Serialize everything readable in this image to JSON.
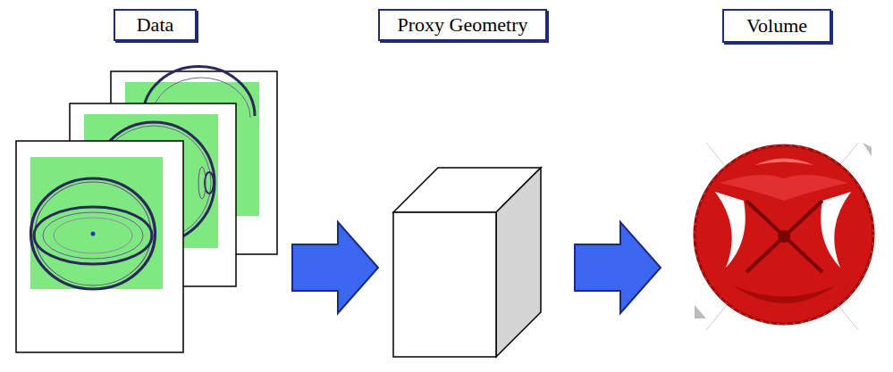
{
  "diagram": {
    "nodes": [
      {
        "text": [
          "Data"
        ]
      },
      {
        "text": [
          "Proxy Geometry"
        ]
      },
      {
        "text": [
          "Volume"
        ]
      }
    ]
  }
}
